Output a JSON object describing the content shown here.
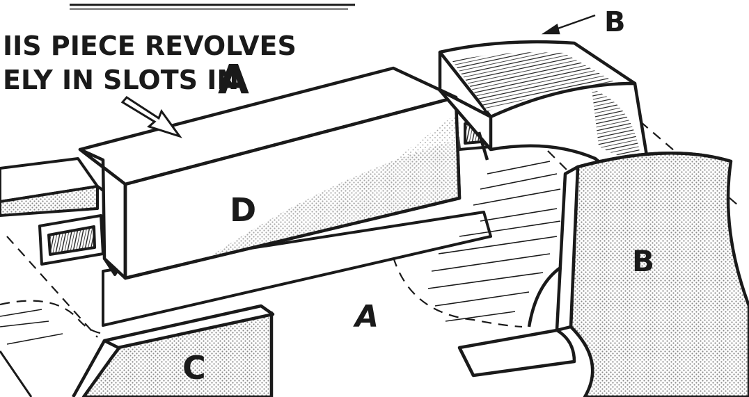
{
  "caption": {
    "line1": "IIS PIECE REVOLVES",
    "line2": "ELY IN SLOTS IN",
    "line2_letter": "A"
  },
  "labels": {
    "d": "D",
    "a": "A",
    "b_top": "B",
    "b_right": "B",
    "c": "C"
  },
  "colors": {
    "ink": "#1a1a1a",
    "paper": "#ffffff",
    "shade": "#8a8a8a"
  }
}
